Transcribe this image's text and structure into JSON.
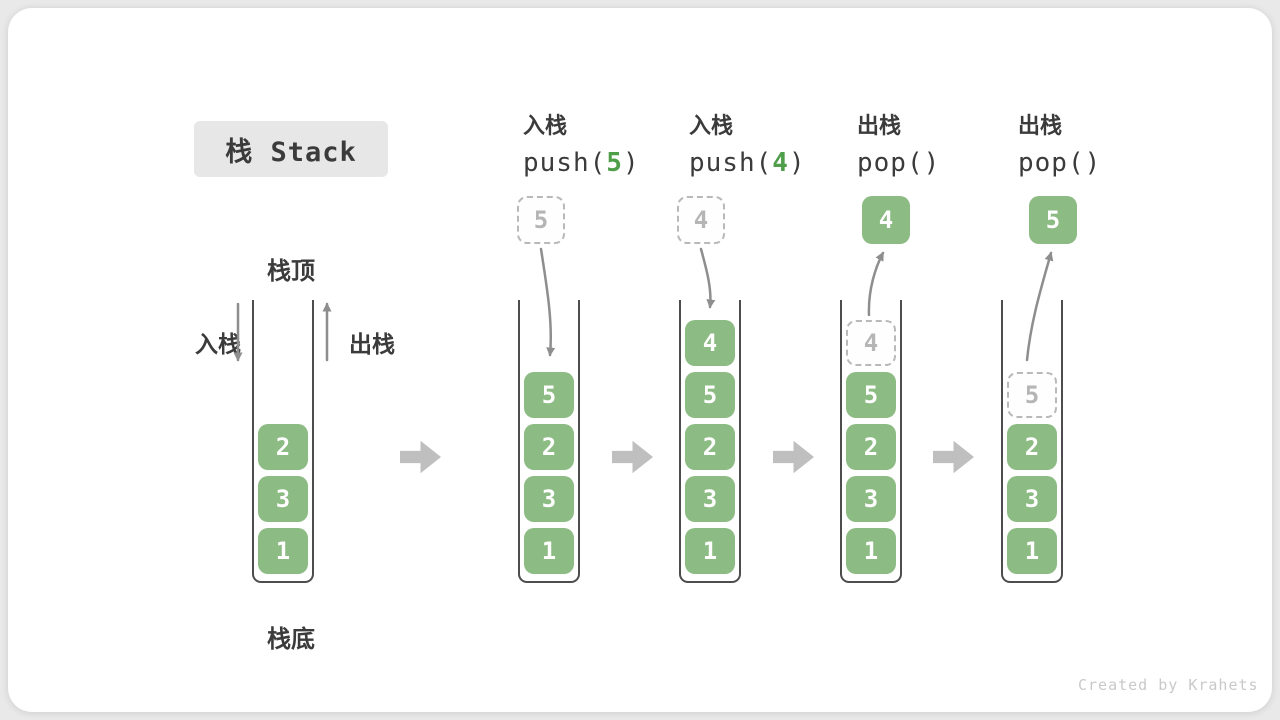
{
  "title": "栈 Stack",
  "labels": {
    "stack_top": "栈顶",
    "stack_bottom": "栈底",
    "push": "入栈",
    "pop": "出栈"
  },
  "operations": [
    {
      "label": "入栈",
      "code_pre": "push(",
      "code_arg": "5",
      "code_post": ")"
    },
    {
      "label": "入栈",
      "code_pre": "push(",
      "code_arg": "4",
      "code_post": ")"
    },
    {
      "label": "出栈",
      "code_pre": "pop(",
      "code_arg": "",
      "code_post": ")"
    },
    {
      "label": "出栈",
      "code_pre": "pop(",
      "code_arg": "",
      "code_post": ")"
    }
  ],
  "diagram": {
    "stacks": [
      {
        "floating": null,
        "cells": [
          {
            "row": 2,
            "value": "2"
          },
          {
            "row": 3,
            "value": "3"
          },
          {
            "row": 4,
            "value": "1"
          }
        ]
      },
      {
        "floating": {
          "value": "5",
          "variant": "dashed"
        },
        "cells": [
          {
            "row": 1,
            "value": "5"
          },
          {
            "row": 2,
            "value": "2"
          },
          {
            "row": 3,
            "value": "3"
          },
          {
            "row": 4,
            "value": "1"
          }
        ]
      },
      {
        "floating": {
          "value": "4",
          "variant": "dashed"
        },
        "cells": [
          {
            "row": 0,
            "value": "4"
          },
          {
            "row": 1,
            "value": "5"
          },
          {
            "row": 2,
            "value": "2"
          },
          {
            "row": 3,
            "value": "3"
          },
          {
            "row": 4,
            "value": "1"
          }
        ]
      },
      {
        "floating": {
          "value": "4",
          "variant": "solid"
        },
        "cells": [
          {
            "row": 0,
            "value": "4",
            "variant": "dashed"
          },
          {
            "row": 1,
            "value": "5"
          },
          {
            "row": 2,
            "value": "2"
          },
          {
            "row": 3,
            "value": "3"
          },
          {
            "row": 4,
            "value": "1"
          }
        ]
      },
      {
        "floating": {
          "value": "5",
          "variant": "solid"
        },
        "cells": [
          {
            "row": 1,
            "value": "5",
            "variant": "dashed"
          },
          {
            "row": 2,
            "value": "2"
          },
          {
            "row": 3,
            "value": "3"
          },
          {
            "row": 4,
            "value": "1"
          }
        ]
      }
    ]
  },
  "colors": {
    "cell_green": "#8CBB83",
    "code_green": "#4f9e4a",
    "dashed_gray": "#b9b9b9",
    "wall_dark": "#4d4d4d",
    "curve_arrow_gray": "#8e8e8e",
    "block_arrow_gray": "#bfbfbf",
    "title_bg": "#e7e7e7",
    "text_dark": "#3b3b3b"
  },
  "watermark": "Created by Krahets"
}
